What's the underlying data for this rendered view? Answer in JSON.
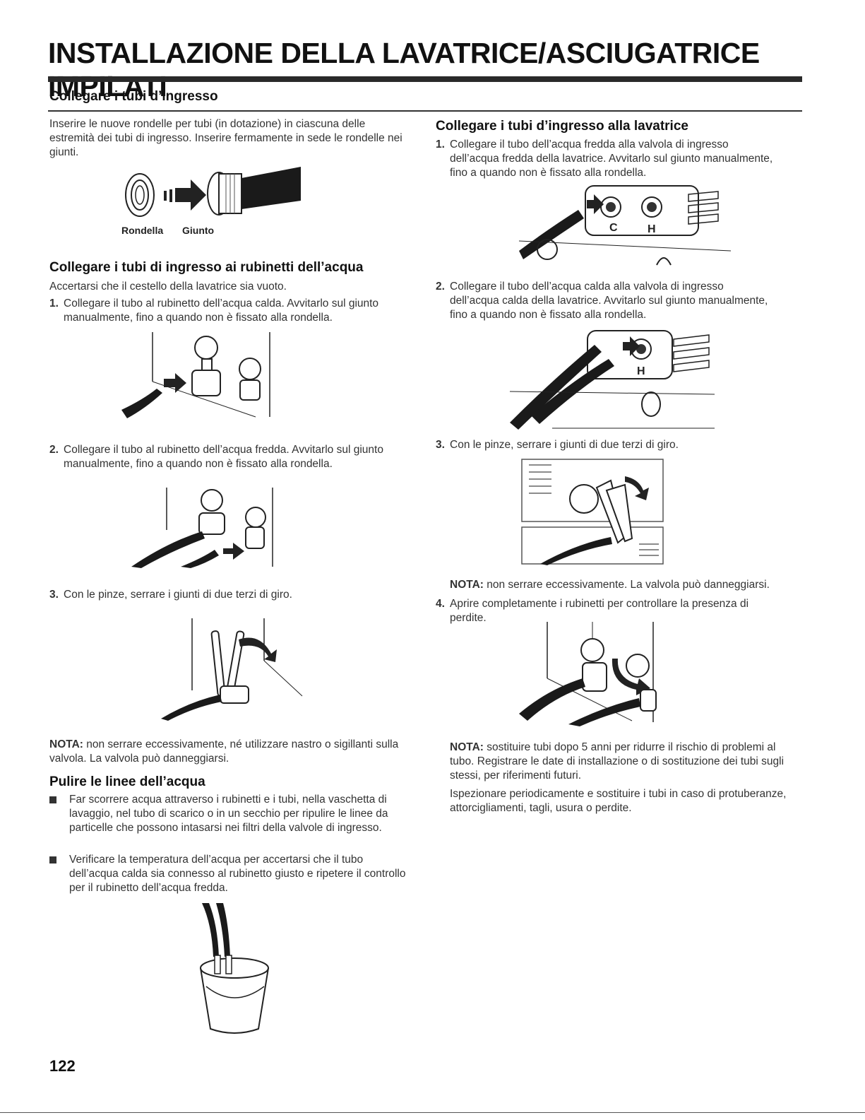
{
  "title": "INSTALLAZIONE DELLA LAVATRICE/ASCIUGATRICE IMPILATI",
  "left": {
    "section1_title": "Collegare i tubi d’ingresso",
    "section1_text": "Inserire le nuove rondelle per tubi (in dotazione) in ciascuna delle estremità dei tubi di ingresso. Inserire fermamente in sede le rondelle nei giunti.",
    "label_washer": "Rondella",
    "label_coupling": "Giunto",
    "section2_title": "Collegare i tubi di ingresso ai rubinetti dell’acqua",
    "section2_intro": "Accertarsi che il cestello della lavatrice sia vuoto.",
    "steps": [
      {
        "num": "1.",
        "text": "Collegare il tubo al rubinetto dell’acqua calda. Avvitarlo sul giunto manualmente, fino a quando non è fissato alla rondella."
      },
      {
        "num": "2.",
        "text": "Collegare il tubo al rubinetto dell’acqua fredda. Avvitarlo sul giunto manualmente, fino a quando non è fissato alla rondella."
      },
      {
        "num": "3.",
        "text": "Con le pinze, serrare i giunti di due terzi di giro."
      }
    ],
    "note_label": "NOTA:",
    "note_text": " non serrare eccessivamente, né utilizzare nastro o sigillanti sulla valvola. La valvola può danneggiarsi.",
    "section3_title": "Pulire le linee dell’acqua",
    "bullets": [
      "Far scorrere acqua attraverso i rubinetti e i tubi, nella vaschetta di lavaggio, nel tubo di scarico o in un secchio per ripulire le linee da particelle che possono intasarsi nei filtri della valvole di ingresso.",
      "Verificare la temperatura dell’acqua per accertarsi che il tubo dell’acqua calda sia connesso al rubinetto giusto e ripetere il controllo per il rubinetto dell’acqua fredda."
    ]
  },
  "right": {
    "section_title": "Collegare i tubi d’ingresso alla lavatrice",
    "steps": [
      {
        "num": "1.",
        "text": "Collegare il tubo dell’acqua fredda alla valvola di ingresso dell’acqua fredda della lavatrice. Avvitarlo sul giunto manualmente, fino a quando non è fissato alla rondella."
      },
      {
        "num": "2.",
        "text": "Collegare il tubo dell’acqua calda alla valvola di ingresso dell’acqua calda della lavatrice. Avvitarlo sul giunto manualmente, fino a quando non è fissato alla rondella."
      },
      {
        "num": "3.",
        "text": "Con le pinze, serrare i giunti di due terzi di giro."
      },
      {
        "num": "4.",
        "text": "Aprire completamente i rubinetti per controllare la presenza di perdite."
      }
    ],
    "note1_label": "NOTA:",
    "note1_text": " non serrare eccessivamente. La valvola può danneggiarsi.",
    "note2_label": "NOTA:",
    "note2_text": " sostituire tubi dopo 5 anni per ridurre il rischio di problemi al tubo. Registrare le date di installazione o di sostituzione dei tubi sugli stessi, per riferimenti futuri.",
    "inspect_text": "Ispezionare periodicamente e sostituire i tubi in caso di protuberanze, attorcigliamenti, tagli, usura o perdite.",
    "valve_label_c": "C",
    "valve_label_h": "H"
  },
  "page_number": "122"
}
